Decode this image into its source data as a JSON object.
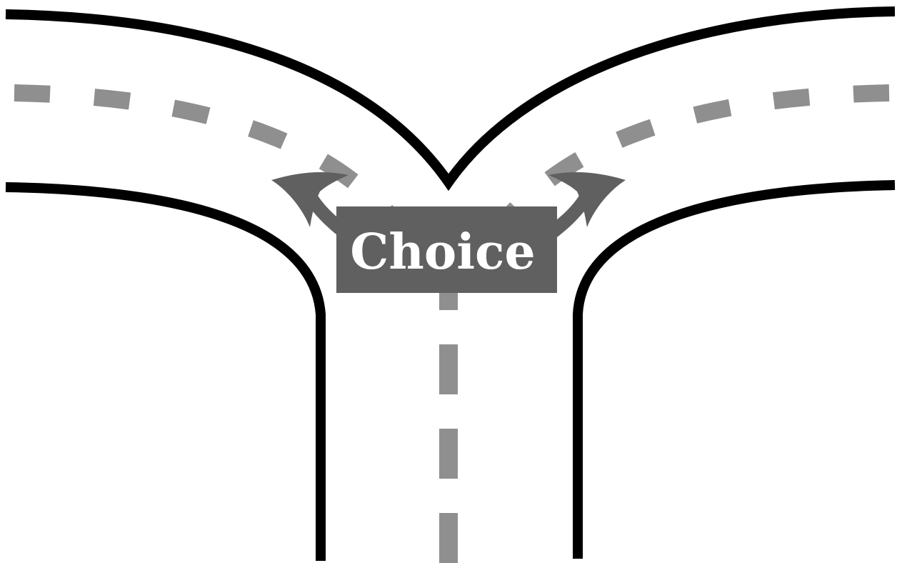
{
  "diagram": {
    "label": "Choice",
    "colors": {
      "background": "#ffffff",
      "road_edge": "#000000",
      "center_line": "#8f8f8f",
      "sign_fill": "#606060",
      "label_text": "#ffffff"
    },
    "icons": {
      "left_arrow": "curved-arrow-up-left",
      "right_arrow": "curved-arrow-up-right"
    }
  }
}
